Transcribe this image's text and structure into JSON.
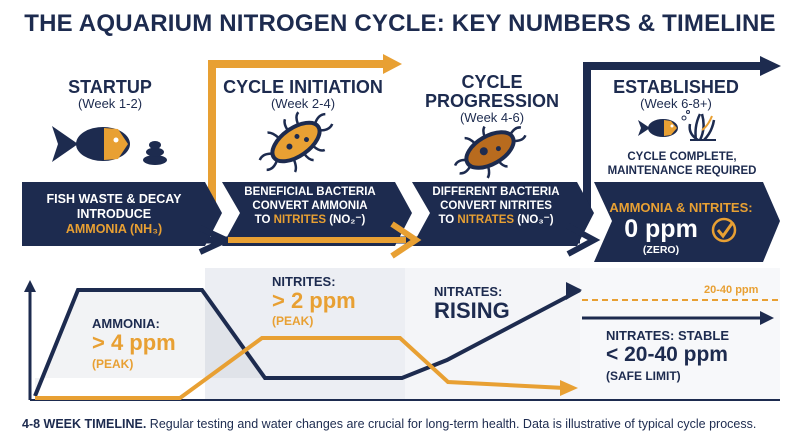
{
  "title": "THE AQUARIUM NITROGEN CYCLE: KEY NUMBERS & TIMELINE",
  "stages": [
    {
      "title": "STARTUP",
      "sub": "(Week 1-2)",
      "band_lines": [
        "FISH WASTE & DECAY",
        "INTRODUCE"
      ],
      "band_highlight": "AMMONIA (NH₃)"
    },
    {
      "title": "CYCLE INITIATION",
      "sub": "(Week 2-4)",
      "band_lines": [
        "BENEFICIAL BACTERIA",
        "CONVERT AMMONIA"
      ],
      "band_highlight_prefix": "TO ",
      "band_highlight": "NITRITES",
      "band_suffix": " (NO₂⁻)"
    },
    {
      "title_lines": [
        "CYCLE",
        "PROGRESSION"
      ],
      "sub": "(Week 4-6)",
      "band_lines": [
        "DIFFERENT BACTERIA",
        "CONVERT NITRITES"
      ],
      "band_highlight_prefix": "TO ",
      "band_highlight": "NITRATES",
      "band_suffix": " (NO₃⁻)"
    },
    {
      "title": "ESTABLISHED",
      "sub": "(Week 6-8+)",
      "status_lines": [
        "CYCLE COMPLETE,",
        "MAINTENANCE REQUIRED"
      ],
      "band_label": "AMMONIA & NITRITES:",
      "band_value": "0 ppm",
      "band_note": "(ZERO)"
    }
  ],
  "chart": {
    "ammonia_label": "AMMONIA:",
    "ammonia_value": "> 4 ppm",
    "ammonia_note": "(PEAK)",
    "nitrites_label": "NITRITES:",
    "nitrites_value": "> 2 ppm",
    "nitrites_note": "(PEAK)",
    "nitrates_label": "NITRATES:",
    "nitrates_value": "RISING",
    "range_label": "20-40 ppm",
    "stable_label": "NITRATES: STABLE",
    "stable_value": "< 20-40 ppm",
    "stable_note": "(SAFE LIMIT)"
  },
  "footer": {
    "bold": "4-8 WEEK TIMELINE.",
    "text": " Regular testing and water changes are crucial for long-term health. Data is illustrative of typical cycle process."
  },
  "colors": {
    "navy": "#1d2b4f",
    "orange": "#e8a033",
    "panel": "#e9ecf2"
  },
  "icons": [
    "fish-icon",
    "waste-icon",
    "bacteria-icon",
    "bacteria-icon",
    "fish-icon",
    "plant-icon",
    "check-icon"
  ]
}
